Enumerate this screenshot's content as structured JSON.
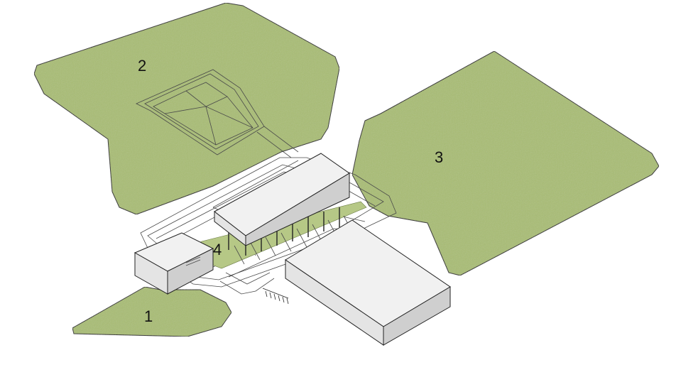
{
  "zones": [
    {
      "id": "1",
      "label": "1"
    },
    {
      "id": "2",
      "label": "2"
    },
    {
      "id": "3",
      "label": "3"
    },
    {
      "id": "4",
      "label": "4"
    }
  ],
  "colors": {
    "grass": "#a9bd73",
    "grass_light": "#b6c886",
    "outline": "#1a1a1a",
    "roof": "#f1f1f1",
    "wall_light": "#e4e4e4",
    "wall_dark": "#cfcfcf",
    "line": "#4a4a4a"
  }
}
